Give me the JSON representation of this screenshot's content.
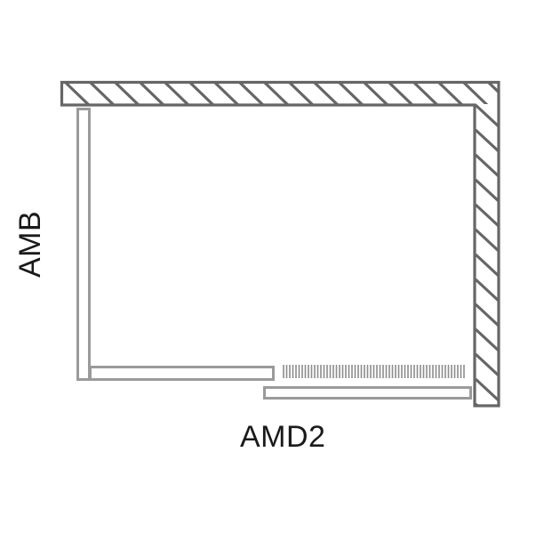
{
  "diagram": {
    "type": "shower-enclosure-plan-view",
    "labels": {
      "width": "AMD2",
      "depth": "AMB"
    },
    "colors": {
      "wall_stroke": "#666666",
      "panel_stroke": "#9a9a9a",
      "hatch": "#666666",
      "background": "#ffffff",
      "text": "#1a1a1a"
    },
    "elements": [
      {
        "name": "top-wall",
        "kind": "hatched-wall"
      },
      {
        "name": "right-wall",
        "kind": "hatched-wall"
      },
      {
        "name": "left-side-panel",
        "kind": "glass-panel"
      },
      {
        "name": "bottom-fixed-panel",
        "kind": "glass-panel"
      },
      {
        "name": "sliding-door-panel",
        "kind": "glass-panel"
      },
      {
        "name": "sliding-track",
        "kind": "hatch-marks"
      }
    ]
  }
}
